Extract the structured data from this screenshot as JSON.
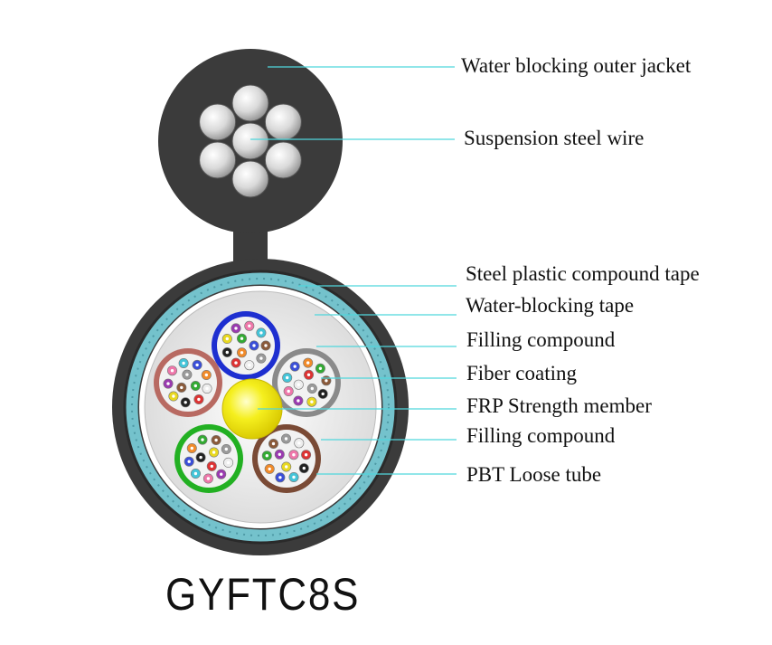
{
  "labels": {
    "outer_jacket": "Water blocking outer jacket",
    "suspension_wire": "Suspension steel wire",
    "steel_tape": "Steel plastic compound tape",
    "water_blocking_tape": "Water-blocking tape",
    "filling_compound_1": "Filling compound",
    "fiber_coating": "Fiber coating",
    "frp_member": "FRP Strength member",
    "filling_compound_2": "Filling compound",
    "pbt_tube": "PBT Loose tube"
  },
  "title": "GYFTC8S",
  "colors": {
    "jacket": "#3b3b3b",
    "water_blocking_tape": "#74c2cc",
    "leader_line": "#4fd6dc",
    "frp": "#f5ef1e",
    "tube_blue": "#1e2fd0",
    "tube_red": "#b86a62",
    "tube_gray": "#8a8a8a",
    "tube_green": "#22b022",
    "tube_brown": "#7a4a35"
  },
  "fiber_colors": [
    "#3a4fd8",
    "#f08a2a",
    "#33aa33",
    "#8a5a3a",
    "#9a9a9a",
    "#eeeeee",
    "#dd3333",
    "#222222",
    "#e8d820",
    "#9a3ab0",
    "#ee77aa",
    "#44c4d8"
  ]
}
